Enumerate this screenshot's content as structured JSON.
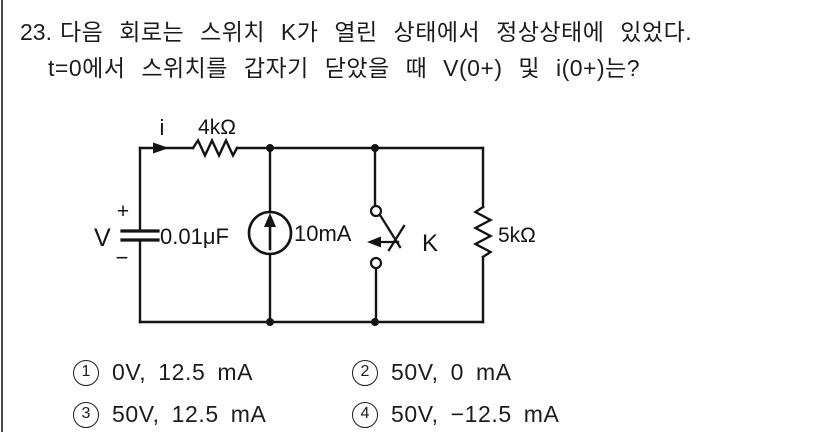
{
  "question": {
    "number": "23.",
    "line1": "다음 회로는 스위치 K가 열린 상태에서 정상상태에 있었다.",
    "line2": "t=0에서 스위치를 갑자기 닫았을 때 V(0+) 및 i(0+)는?"
  },
  "circuit": {
    "current_label": "i",
    "top_resistor_value": "4kΩ",
    "source_voltage_label": "V",
    "plus_sign": "+",
    "minus_sign": "−",
    "capacitor_value": "0.01μF",
    "current_source_value": "10mA",
    "switch_label": "K",
    "right_resistor_value": "5kΩ"
  },
  "options": [
    {
      "num": "1",
      "text": "0V, 12.5 mA"
    },
    {
      "num": "2",
      "text": "50V, 0 mA"
    },
    {
      "num": "3",
      "text": "50V, 12.5 mA"
    },
    {
      "num": "4",
      "text": "50V, −12.5 mA"
    }
  ]
}
